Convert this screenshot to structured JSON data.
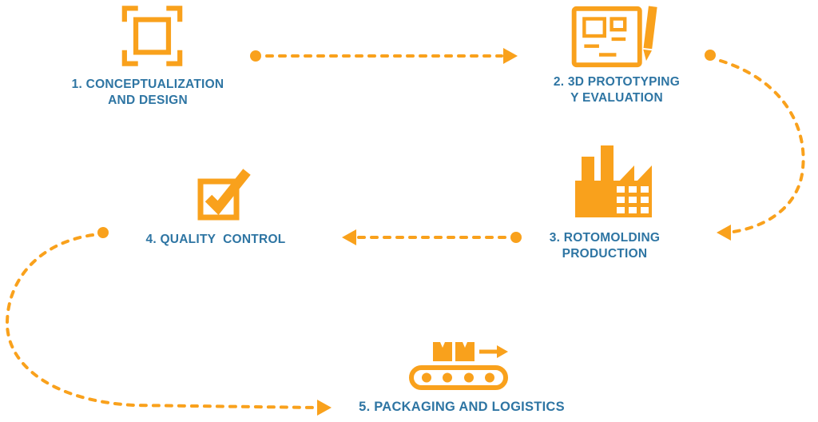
{
  "colors": {
    "accent": "#F9A11C",
    "label": "#2E75A3"
  },
  "steps": [
    {
      "number": "1",
      "line1": "1. CONCEPTUALIZATION",
      "line2": "AND DESIGN",
      "icon": "design-frame-icon"
    },
    {
      "number": "2",
      "line1": "2. 3D PROTOTYPING",
      "line2": "Y EVALUATION",
      "icon": "blueprint-icon"
    },
    {
      "number": "3",
      "line1": "3. ROTOMOLDING",
      "line2": "PRODUCTION",
      "icon": "factory-icon"
    },
    {
      "number": "4",
      "line1": "4. QUALITY  CONTROL",
      "icon": "quality-check-icon"
    },
    {
      "number": "5",
      "line1": "5. PACKAGING AND LOGISTICS",
      "icon": "conveyor-belt-icon"
    }
  ],
  "connections": [
    {
      "from": "step-1",
      "to": "step-2",
      "style": "dashed-dotted",
      "shape": "straight-right"
    },
    {
      "from": "step-2",
      "to": "step-3",
      "style": "dashed-dotted",
      "shape": "curve-down-right-side"
    },
    {
      "from": "step-3",
      "to": "step-4",
      "style": "dashed-dotted",
      "shape": "straight-left"
    },
    {
      "from": "step-4",
      "to": "step-5",
      "style": "dashed-dotted",
      "shape": "curve-down-left-side-and-bottom"
    }
  ]
}
